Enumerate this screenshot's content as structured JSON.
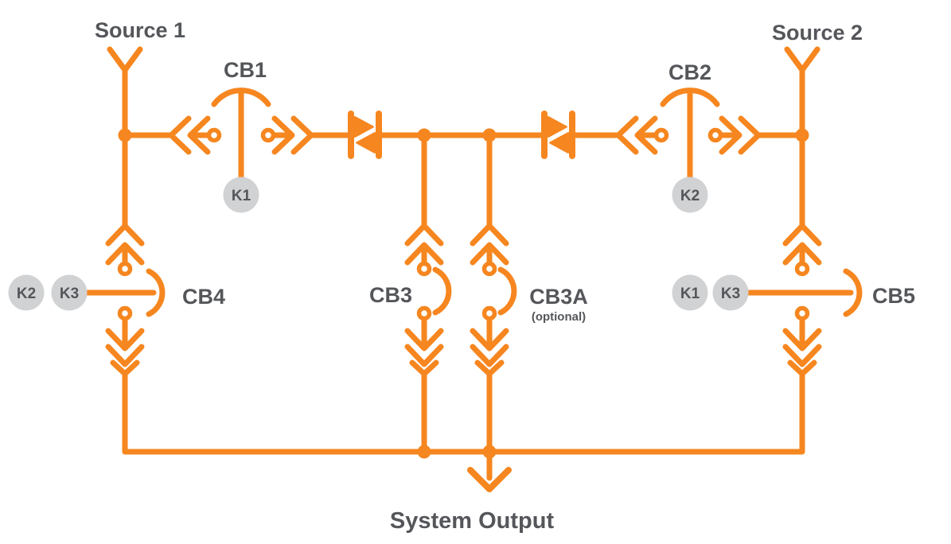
{
  "colors": {
    "accent_orange": "#F6861F",
    "label_text": "#54565A",
    "badge_gray": "#D1D2D4",
    "background": "#FFFFFF"
  },
  "labels": {
    "source1": "Source 1",
    "source2": "Source 2",
    "cb1": "CB1",
    "cb2": "CB2",
    "cb3": "CB3",
    "cb3a": "CB3A",
    "cb3a_note": "(optional)",
    "cb4": "CB4",
    "cb5": "CB5",
    "system_output": "System Output"
  },
  "badges": {
    "cb1_coil": "K1",
    "cb2_coil": "K2",
    "cb4_left": "K2",
    "cb4_right": "K3",
    "cb5_left": "K1",
    "cb5_right": "K3"
  }
}
